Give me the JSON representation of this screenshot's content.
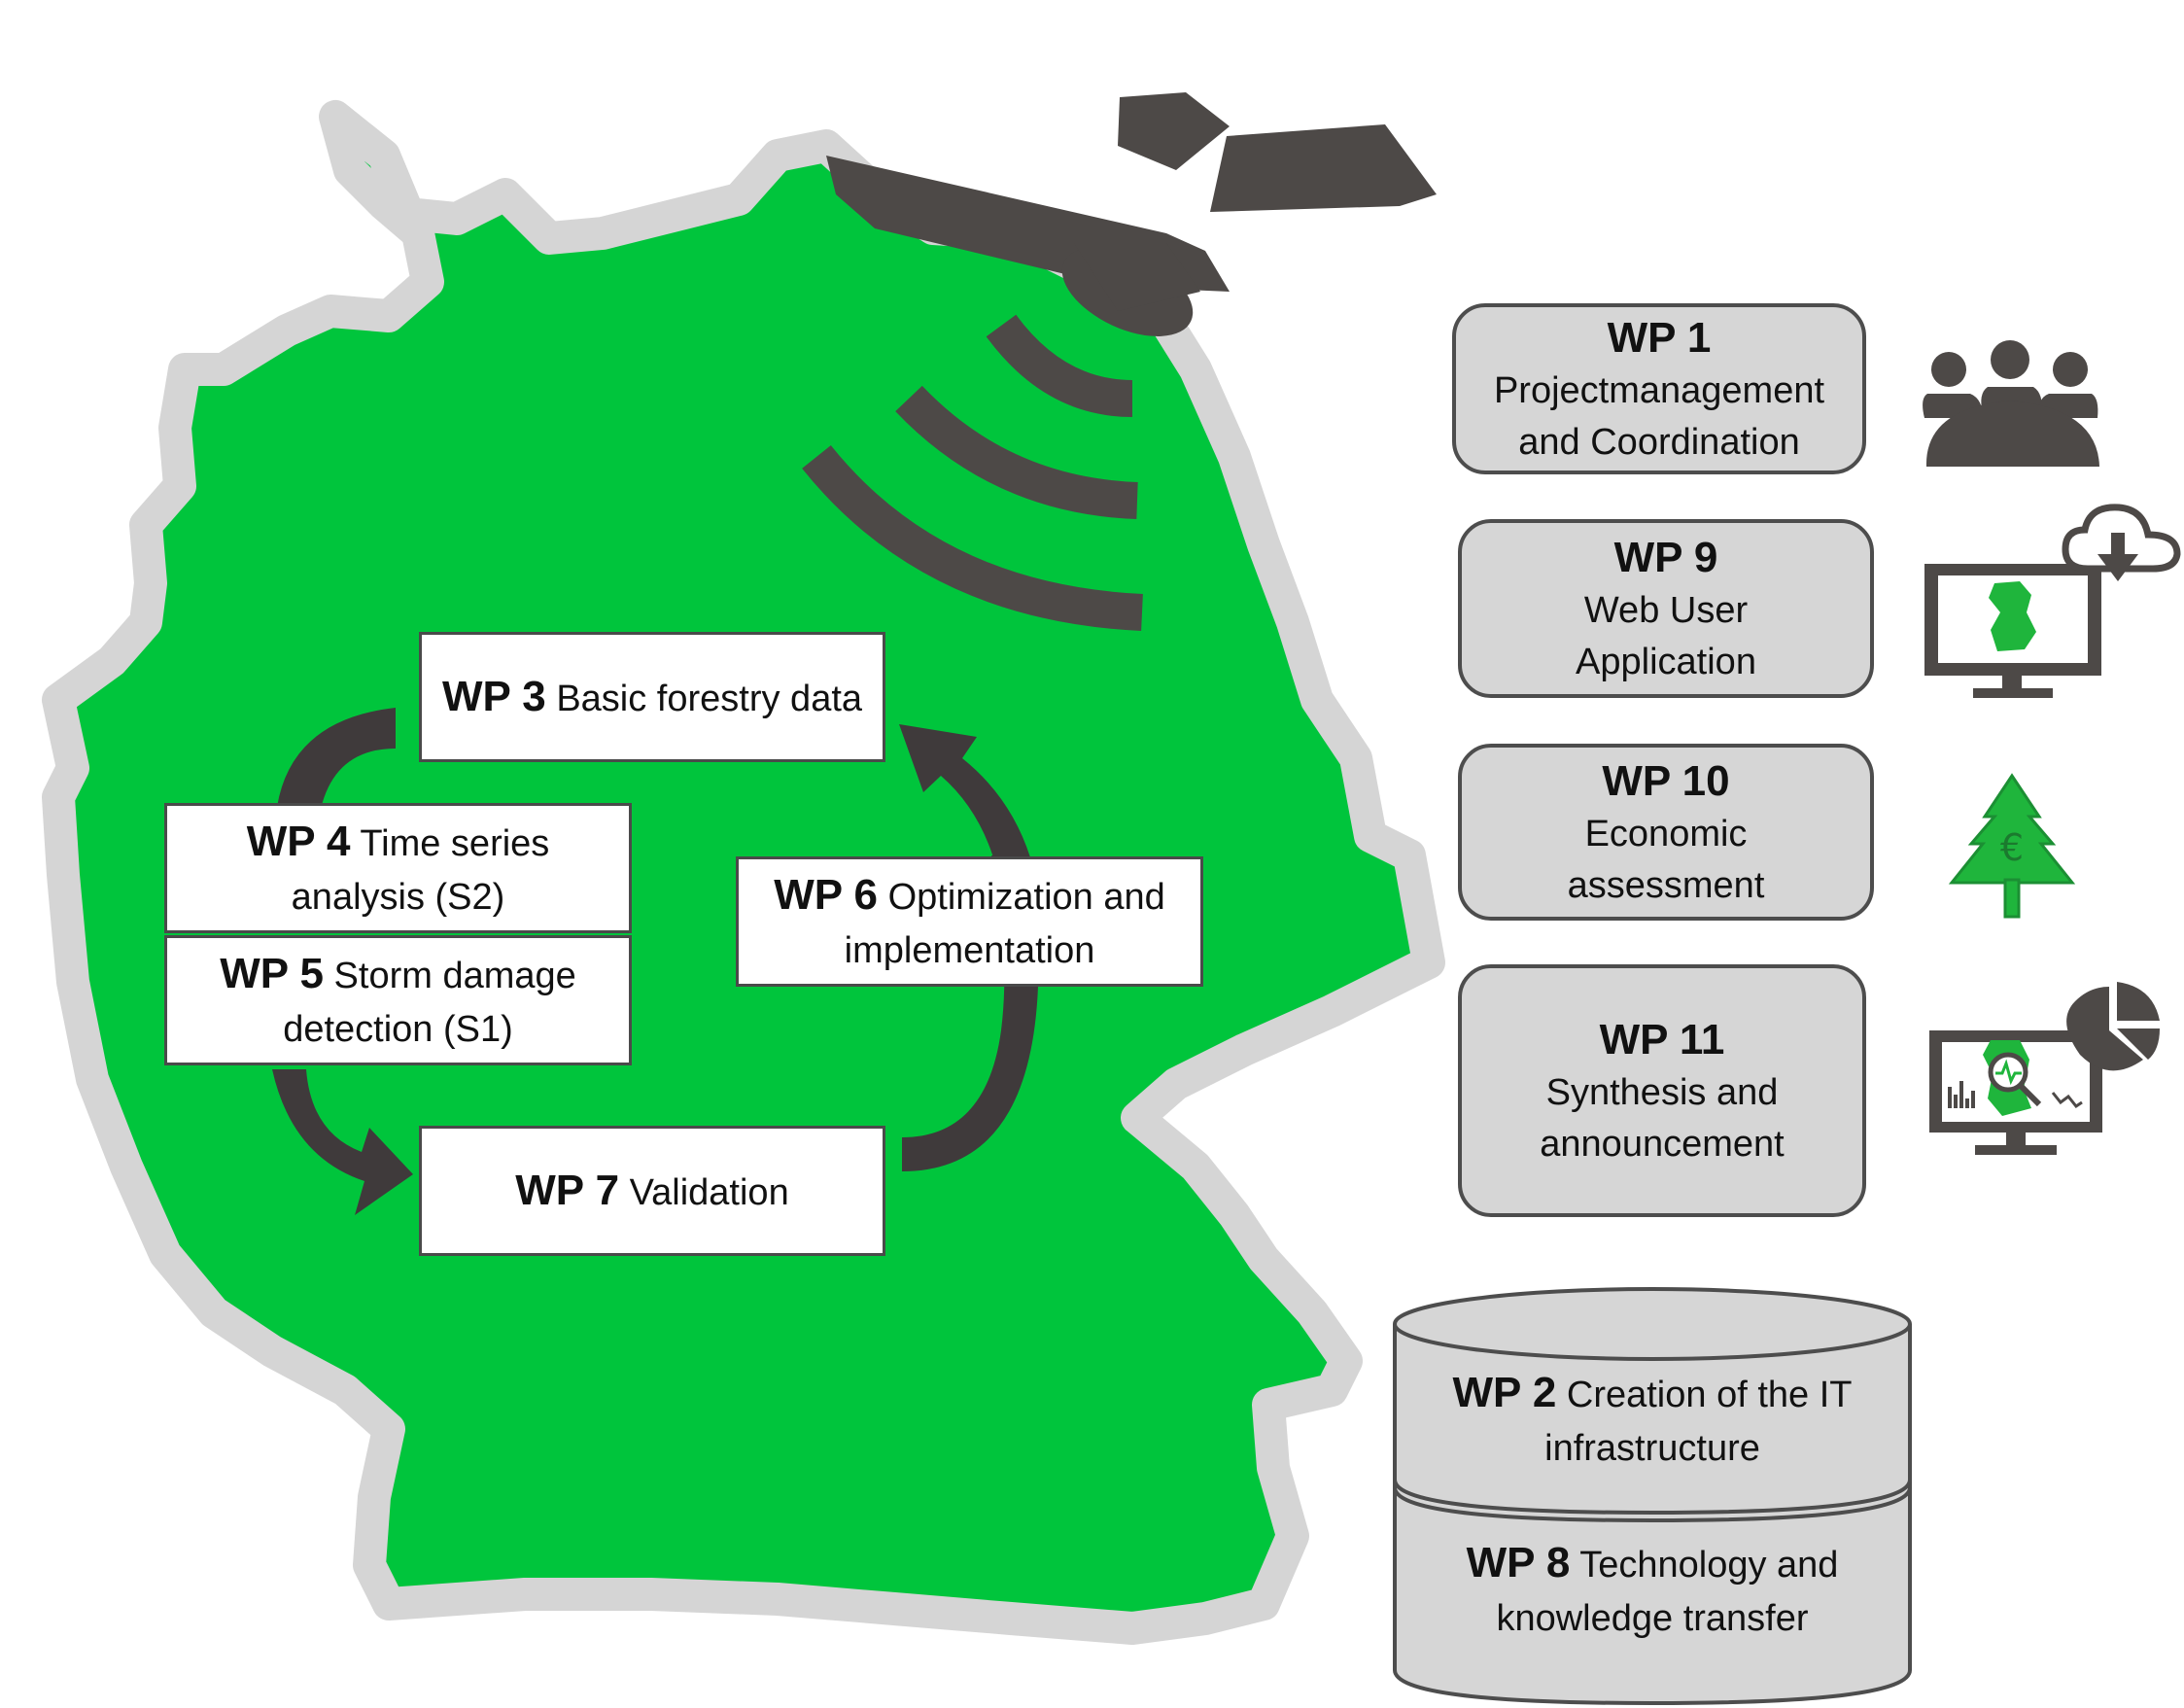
{
  "colors": {
    "map_green": "#00c53c",
    "map_border": "#d5d5d5",
    "dark_gray": "#4d4947",
    "box_gray": "#d6d6d6",
    "icon_green": "#1fb53c"
  },
  "cycle": {
    "wp3": {
      "id": "WP 3",
      "title": "Basic forestry data"
    },
    "wp4": {
      "id": "WP 4",
      "title": "Time series",
      "title2": "analysis  (S2)"
    },
    "wp5": {
      "id": "WP 5",
      "title": "Storm damage",
      "title2": "detection (S1)"
    },
    "wp6": {
      "id": "WP 6",
      "title": "Optimization and",
      "title2": "implementation"
    },
    "wp7": {
      "id": "WP 7",
      "title": "Validation"
    }
  },
  "side": {
    "wp1": {
      "id": "WP 1",
      "line1": "Projectmanagement",
      "line2": "and Coordination",
      "icon": "meeting-people-icon"
    },
    "wp9": {
      "id": "WP 9",
      "line1": "Web User",
      "line2": "Application",
      "icon": "monitor-cloud-download-icon"
    },
    "wp10": {
      "id": "WP 10",
      "line1": "Economic",
      "line2": "assessment",
      "icon": "tree-euro-icon"
    },
    "wp11": {
      "id": "WP 11",
      "line1": "Synthesis and",
      "line2": "announcement",
      "icon": "monitor-analysis-icon"
    }
  },
  "database": {
    "wp2": {
      "id": "WP 2",
      "title": "Creation of the IT",
      "title2": "infrastructure"
    },
    "wp8": {
      "id": "WP 8",
      "title": "Technology and",
      "title2": "knowledge transfer"
    }
  },
  "icons": {
    "euro_symbol": "€"
  }
}
